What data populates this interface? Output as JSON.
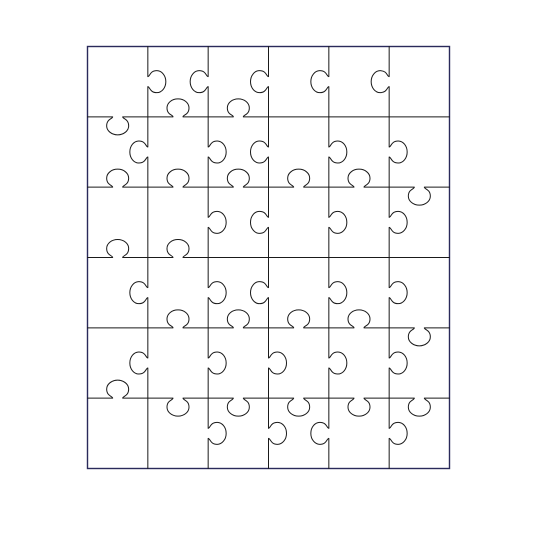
{
  "puzzle": {
    "rows": 6,
    "cols": 6,
    "colors": {
      "background": "#ffffff",
      "border": "#2a2a5a",
      "cut_line": "#1a1a1a"
    },
    "vertical_edges": [
      [
        1,
        -1,
        -1,
        -1,
        -1
      ],
      [
        -1,
        1,
        -1,
        1,
        1
      ],
      [
        0,
        1,
        -1,
        1,
        1
      ],
      [
        -1,
        1,
        -1,
        1,
        1
      ],
      [
        -1,
        1,
        1,
        1,
        1
      ],
      [
        0,
        1,
        1,
        -1,
        1
      ]
    ],
    "horizontal_edges": [
      [
        1,
        -1,
        -1,
        0,
        0,
        0
      ],
      [
        -1,
        -1,
        -1,
        -1,
        -1,
        1
      ],
      [
        -1,
        -1,
        0,
        0,
        0,
        0
      ],
      [
        0,
        -1,
        -1,
        -1,
        -1,
        1
      ],
      [
        -1,
        1,
        1,
        1,
        1,
        1
      ]
    ]
  }
}
